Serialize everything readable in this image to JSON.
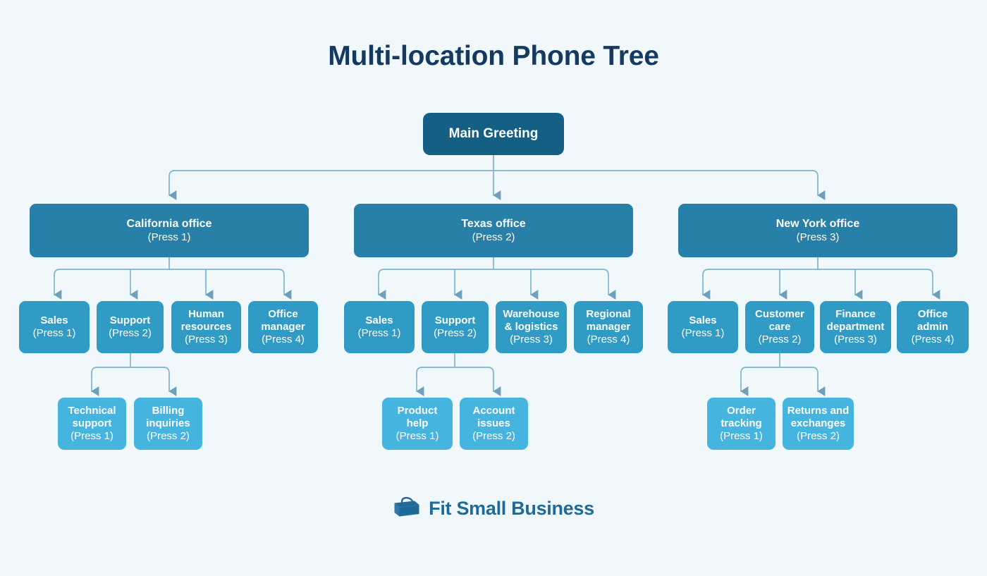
{
  "page": {
    "title": "Multi-location Phone Tree",
    "background_color": "#f0f8fc",
    "title_color": "#16395f"
  },
  "colors": {
    "root": "#155f85",
    "level2": "#2880a8",
    "level3": "#309bc4",
    "level4": "#45b5e0",
    "connector": "#7fb4ce",
    "arrow": "#6f9fbb",
    "brand": "#1f6a96"
  },
  "tree": {
    "root": {
      "label": "Main Greeting",
      "press": ""
    },
    "branches": [
      {
        "label": "California office",
        "press": "(Press 1)",
        "children": [
          {
            "label": "Sales",
            "press": "(Press 1)",
            "children": []
          },
          {
            "label": "Support",
            "press": "(Press 2)",
            "children": [
              {
                "label": "Technical support",
                "press": "(Press 1)"
              },
              {
                "label": "Billing inquiries",
                "press": "(Press 2)"
              }
            ]
          },
          {
            "label": "Human resources",
            "press": "(Press 3)",
            "children": []
          },
          {
            "label": "Office manager",
            "press": "(Press 4)",
            "children": []
          }
        ]
      },
      {
        "label": "Texas office",
        "press": "(Press 2)",
        "children": [
          {
            "label": "Sales",
            "press": "(Press 1)",
            "children": []
          },
          {
            "label": "Support",
            "press": "(Press 2)",
            "children": [
              {
                "label": "Product help",
                "press": "(Press 1)"
              },
              {
                "label": "Account issues",
                "press": "(Press 2)"
              }
            ]
          },
          {
            "label": "Warehouse & logistics",
            "press": "(Press 3)",
            "children": []
          },
          {
            "label": "Regional manager",
            "press": "(Press 4)",
            "children": []
          }
        ]
      },
      {
        "label": "New York office",
        "press": "(Press 3)",
        "children": [
          {
            "label": "Sales",
            "press": "(Press 1)",
            "children": []
          },
          {
            "label": "Customer care",
            "press": "(Press 2)",
            "children": [
              {
                "label": "Order tracking",
                "press": "(Press 1)"
              },
              {
                "label": "Returns and exchanges",
                "press": "(Press 2)"
              }
            ]
          },
          {
            "label": "Finance department",
            "press": "(Press 3)",
            "children": []
          },
          {
            "label": "Office admin",
            "press": "(Press 4)",
            "children": []
          }
        ]
      }
    ]
  },
  "footer": {
    "brand": "Fit Small Business",
    "icon": "briefcase-icon"
  }
}
